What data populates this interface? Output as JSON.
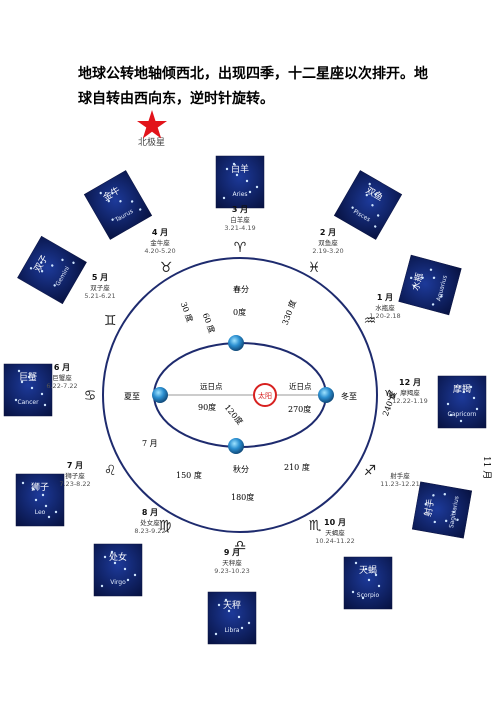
{
  "headline": "地球公转地轴倾西北，出现四季，十二星座以次排开。地球自转由西向东，逆时针旋转。",
  "polaris": "北极星",
  "sun": "太阳",
  "orbit": {
    "aphelion": "远日点",
    "perihelion": "近日点",
    "spring": "春分",
    "summer": "夏至",
    "autumn": "秋分",
    "winter": "冬至",
    "deg_0": "0度",
    "deg_90": "90度",
    "deg_180": "180度",
    "deg_270": "270度",
    "deg_120": "120度"
  },
  "ring_labels": {
    "d30": "30 度",
    "d60": "60 度",
    "d330": "330 度",
    "d150": "150 度",
    "d210": "210 度",
    "d240": "240 度",
    "m7": "7 月",
    "m11": "11 月"
  },
  "signs": {
    "aries": {
      "cn": "白羊",
      "en": "Aries",
      "sign_name": "白羊座",
      "dates": "3.21-4.19",
      "month": "3 月",
      "glyph": "♈"
    },
    "taurus": {
      "cn": "金牛",
      "en": "Taurus",
      "sign_name": "金牛座",
      "dates": "4.20-5.20",
      "month": "4 月",
      "glyph": "♉"
    },
    "gemini": {
      "cn": "双子",
      "en": "Gemini",
      "sign_name": "双子座",
      "dates": "5.21-6.21",
      "month": "5 月",
      "glyph": "♊"
    },
    "cancer": {
      "cn": "巨蟹",
      "en": "Cancer",
      "sign_name": "巨蟹座",
      "dates": "6.22-7.22",
      "month": "6 月",
      "glyph": "♋"
    },
    "leo": {
      "cn": "狮子",
      "en": "Leo",
      "sign_name": "狮子座",
      "dates": "7.23-8.22",
      "month": "7 月",
      "glyph": "♌"
    },
    "virgo": {
      "cn": "处女",
      "en": "Virgo",
      "sign_name": "处女座",
      "dates": "8.23-9.22",
      "month": "8 月",
      "glyph": "♍"
    },
    "libra": {
      "cn": "天秤",
      "en": "Libra",
      "sign_name": "天秤座",
      "dates": "9.23-10.23",
      "month": "9 月",
      "glyph": "♎"
    },
    "scorpio": {
      "cn": "天蝎",
      "en": "Scorpio",
      "sign_name": "天蝎座",
      "dates": "10.24-11.22",
      "month": "10 月",
      "glyph": "♏"
    },
    "sagittarius": {
      "cn": "射手",
      "en": "Sagittarius",
      "sign_name": "射手座",
      "dates": "11.23-12.21",
      "month": "",
      "glyph": "♐"
    },
    "capricorn": {
      "cn": "摩羯",
      "en": "Capricorn",
      "sign_name": "摩羯座",
      "dates": "12.22-1.19",
      "month": "12 月",
      "glyph": "♑"
    },
    "aquarius": {
      "cn": "水瓶",
      "en": "Aquarius",
      "sign_name": "水瓶座",
      "dates": "1.20-2.18",
      "month": "1 月",
      "glyph": "♒"
    },
    "pisces": {
      "cn": "双鱼",
      "en": "Pisces",
      "sign_name": "双鱼座",
      "dates": "2.19-3.20",
      "month": "2 月",
      "glyph": "♓"
    }
  },
  "colors": {
    "card_bg": "#0b1a55",
    "ring": "#1e2b6e",
    "sun": "#d7201f",
    "star": "#e2131a"
  }
}
